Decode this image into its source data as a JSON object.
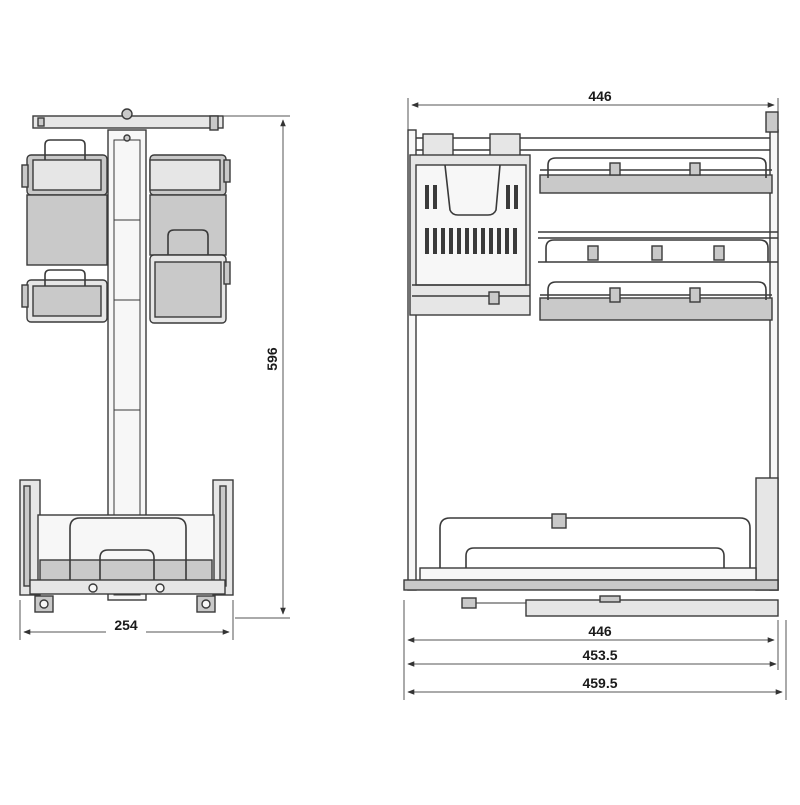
{
  "dimensions": {
    "front_width": "254",
    "front_height": "596",
    "side_top_width": "446",
    "side_bottom_1": "446",
    "side_bottom_2": "453.5",
    "side_bottom_3": "459.5"
  },
  "colors": {
    "line": "#3a3a3a",
    "fill": "#c9c9c9",
    "background": "#ffffff"
  }
}
